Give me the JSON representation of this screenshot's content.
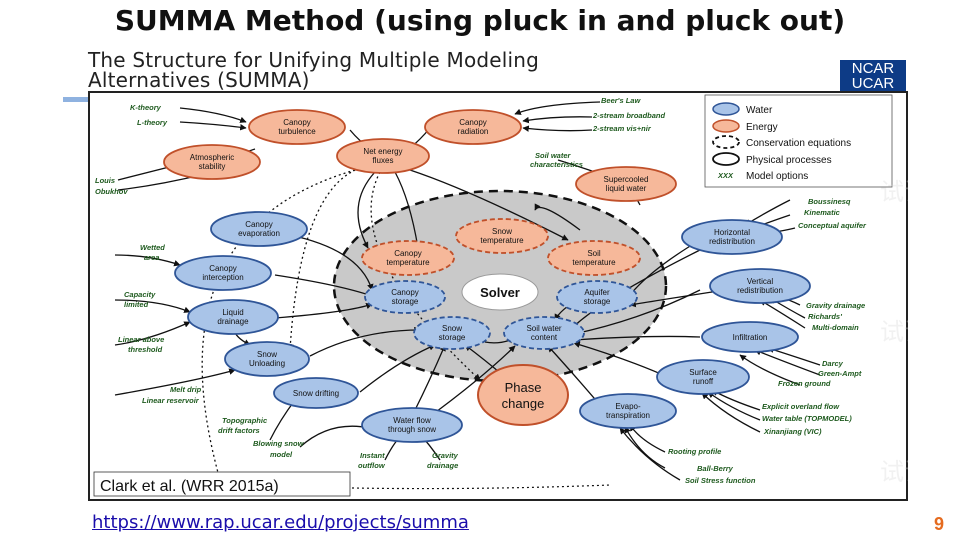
{
  "slide": {
    "title": "SUMMA Method (using pluck in and pluck out)",
    "subtitle_line1": "The Structure for Unifying Multiple Modeling",
    "subtitle_line2": "Alternatives (SUMMA)",
    "logo_line1": "NCAR",
    "logo_line2": "UCAR",
    "citation": "Clark et al. (WRR 2015a)",
    "url": "https://www.rap.ucar.edu/projects/summa",
    "page_number": "9"
  },
  "legend": {
    "water": "Water",
    "energy": "Energy",
    "conservation": "Conservation equations",
    "physical": "Physical processes",
    "options_marker": "XXX",
    "options": "Model options"
  },
  "colors": {
    "water_fill": "#a9c4e8",
    "water_stroke": "#2f5597",
    "energy_fill": "#f6b89a",
    "energy_stroke": "#c0502a",
    "option_text": "#1e5a1e",
    "core_fill": "#c9c9c9"
  },
  "nodes": {
    "canopy_turbulence": [
      "Canopy",
      "turbulence"
    ],
    "canopy_radiation": [
      "Canopy",
      "radiation"
    ],
    "atmospheric_stability": [
      "Atmospheric",
      "stability"
    ],
    "net_energy_fluxes": [
      "Net energy",
      "fluxes"
    ],
    "supercooled_liquid_water": [
      "Supercooled",
      "liquid water"
    ],
    "canopy_evaporation": [
      "Canopy",
      "evaporation"
    ],
    "canopy_interception": [
      "Canopy",
      "interception"
    ],
    "liquid_drainage": [
      "Liquid",
      "drainage"
    ],
    "snow_unloading": [
      "Snow",
      "Unloading"
    ],
    "snow_drifting": [
      "Snow drifting"
    ],
    "water_flow_through_snow": [
      "Water flow",
      "through snow"
    ],
    "horizontal_redistribution": [
      "Horizontal",
      "redistribution"
    ],
    "vertical_redistribution": [
      "Vertical",
      "redistribution"
    ],
    "infiltration": [
      "Infiltration"
    ],
    "surface_runoff": [
      "Surface",
      "runoff"
    ],
    "evapotranspiration": [
      "Evapo-",
      "transpiration"
    ],
    "snow_temperature": [
      "Snow",
      "temperature"
    ],
    "canopy_temperature": [
      "Canopy",
      "temperature"
    ],
    "soil_temperature": [
      "Soil",
      "temperature"
    ],
    "canopy_storage": [
      "Canopy",
      "storage"
    ],
    "aquifer_storage": [
      "Aquifer",
      "storage"
    ],
    "snow_storage": [
      "Snow",
      "storage"
    ],
    "soil_water_content": [
      "Soil water",
      "content"
    ],
    "phase_change": [
      "Phase",
      "change"
    ],
    "solver": [
      "Solver"
    ]
  },
  "options": {
    "k_theory": "K-theory",
    "l_theory": "L-theory",
    "beers_law": "Beer's Law",
    "two_stream_broadband": "2-stream broadband",
    "two_stream_vis_nir": "2-stream vis+nir",
    "louis": "Louis",
    "obukhov": "Obukhov",
    "soil_water_characteristics": [
      "Soil water",
      "characteristics"
    ],
    "wetted_area": [
      "Wetted",
      "area"
    ],
    "capacity_limited": [
      "Capacity",
      "limited"
    ],
    "linear_above_threshold": [
      "Linear above",
      "threshold"
    ],
    "melt_drip": "Melt drip",
    "linear_reservoir": "Linear reservoir",
    "topographic_drift_factors": [
      "Topographic",
      "drift factors"
    ],
    "blowing_snow_model": [
      "Blowing snow",
      "model"
    ],
    "instant_outflow": [
      "Instant",
      "outflow"
    ],
    "gravity_drainage_snow": [
      "Gravity",
      "drainage"
    ],
    "boussinesq": "Boussinesq",
    "kinematic": "Kinematic",
    "conceptual_aquifer": "Conceptual aquifer",
    "gravity_drainage": "Gravity drainage",
    "richards": "Richards'",
    "multi_domain": "Multi-domain",
    "darcy": "Darcy",
    "green_ampt": "Green-Ampt",
    "frozen_ground": "Frozen ground",
    "explicit_overland_flow": "Explicit overland flow",
    "water_table_topmodel": "Water table (TOPMODEL)",
    "xinanjiang_vic": "Xinanjiang (VIC)",
    "rooting_profile": "Rooting profile",
    "ball_berry": "Ball-Berry",
    "soil_stress_function": "Soil Stress function"
  },
  "watermark": "试读"
}
